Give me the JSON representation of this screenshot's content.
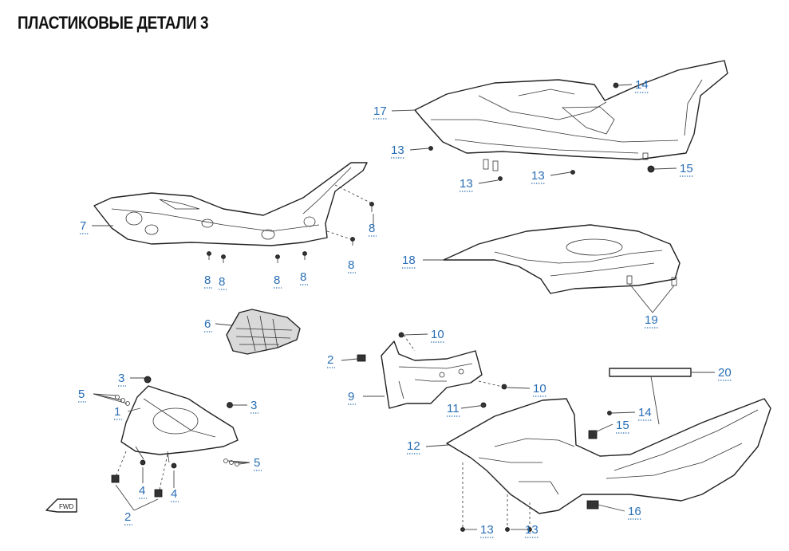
{
  "title": "ПЛАСТИКОВЫЕ ДЕТАЛИ 3",
  "accent_color": "#2a6fb5",
  "fwd_label": "FWD",
  "callouts": {
    "c1": "1",
    "c2a": "2",
    "c2b": "2",
    "c3a": "3",
    "c3b": "3",
    "c4a": "4",
    "c4b": "4",
    "c5a": "5",
    "c5b": "5",
    "c6": "6",
    "c7": "7",
    "c8a": "8",
    "c8b": "8",
    "c8c": "8",
    "c8d": "8",
    "c8e": "8",
    "c8f": "8",
    "c9": "9",
    "c10a": "10",
    "c10b": "10",
    "c11": "11",
    "c12": "12",
    "c13a": "13",
    "c13b": "13",
    "c13c": "13",
    "c13d": "13",
    "c13e": "13",
    "c14a": "14",
    "c14b": "14",
    "c15a": "15",
    "c15b": "15",
    "c16": "16",
    "c17": "17",
    "c18": "18",
    "c19": "19",
    "c20": "20"
  }
}
